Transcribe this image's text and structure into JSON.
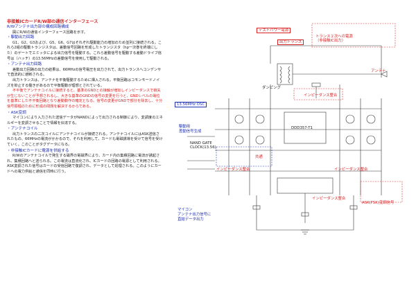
{
  "document": {
    "title": "非接触ICカードR/W部の通信インターフェース",
    "subtitle": "R/Wアンテナ出力部の構成回路構成",
    "intro": "図にR/Wの通信インターフェース回路を示す。",
    "sections": [
      {
        "heading": "・駆動出力回路",
        "paragraphs": [
          {
            "text": "G1、G2、G3および、G5、G6、G7はそれぞれ駆動能力の増加のため並列に接続される。これら2組の駆動トランジスタは、差動信号回路を形成したトランジスタ（hp一次巻を終端にした）のゲートでエミッタによる出力信号を駆動する。これら差動信号を駆動する差動ドライブ信号は（ハッチ）の13.56MHzの差動信号を使用して駆動される。",
            "color": "black"
          }
        ]
      },
      {
        "heading": "・アンテナ出力回路",
        "paragraphs": [
          {
            "text": "差動出力回路の出力の結果は、66MHzの信号電圧を出力されて、出力トランスへコンデンサで直流的に遮断される。",
            "color": "black"
          },
          {
            "text": "出力トランスは、アンテナを平衡駆動するために挿入される。平衡回路はコモンモードノイズを抑止する働きがあるので平衡駆動が理想とされている。",
            "color": "black"
          },
          {
            "text": "不平衡でアンテナコイルに接続すると、基準のGNDとの接触が増加しインピーダンスで損失が生じないことが予想されるし、大きな基準のGNDの信号の変更を行うと、GNDレベルの電位を基準にした不平衡回路となり差動動作の確定となる。信号の変更がGNDで部分を除去し、十分信号振幅のために形成の問題を解決するからである。",
            "color": "red"
          }
        ]
      },
      {
        "heading": "・ASK変調",
        "paragraphs": [
          {
            "text": "マイコンにより入力された送信データがNANDによって出力される制御により、変調度のエネルギーを変調させることで情報を伝達する。",
            "color": "black"
          }
        ]
      },
      {
        "heading": "・アンテナコイル",
        "paragraphs": [
          {
            "text": "出力トランスの二次コイルにアンテナコイルが接続される。アンテナコイルにはASK送信されたもの、66MHzの電流がかかるので、それを利用して、カードも電磁誘導を受けて信号を受けていく。このことがタグデータになる。",
            "color": "black"
          }
        ]
      },
      {
        "heading": "・非接触ICカードに電源を供給する",
        "paragraphs": [
          {
            "text": "R/Wのアンテナコイルで発生する磁界の電磁界により、カード内の集積回路に電流が誘起され、集積回路へと送られる。この電流は直流化され、ICカードの回路の電源として利用される。ASK変調された信号はカードの受信回路で復調され、データとして処理される。このようにカードへの電力供給と通信を同時に行う。",
            "color": "black"
          }
        ]
      }
    ]
  },
  "schematic": {
    "labels": {
      "power_supply": "テストパワー電源",
      "output_transformer": "出力トランス",
      "transformer_secondary": "トランス２次への電源\n（非接触IC出力）",
      "antenna": "アンテナ",
      "damping": "ダンピング",
      "impedance_match": "インピーダンス整合",
      "osc": "13.56MHz OSC",
      "drive_gen": "駆動用\n差動信号生成",
      "ic_model": "DDD357-T1",
      "nand_gate": "NAND GATE",
      "clock_line": "CLOCK(13.56)",
      "common": "共通",
      "impedance_match_2": "インピーダンス整合",
      "impedance_match_3": "インピーダンス整合",
      "tx_data": "マイコン\nアンテナ出力信号に\n直結データ出力",
      "ask_mod": "ASK(FSK)変調信号",
      "impedance_match_4": "インピーダンス整合"
    },
    "accent_red": "#d92020",
    "accent_blue": "#1d2fb3"
  }
}
